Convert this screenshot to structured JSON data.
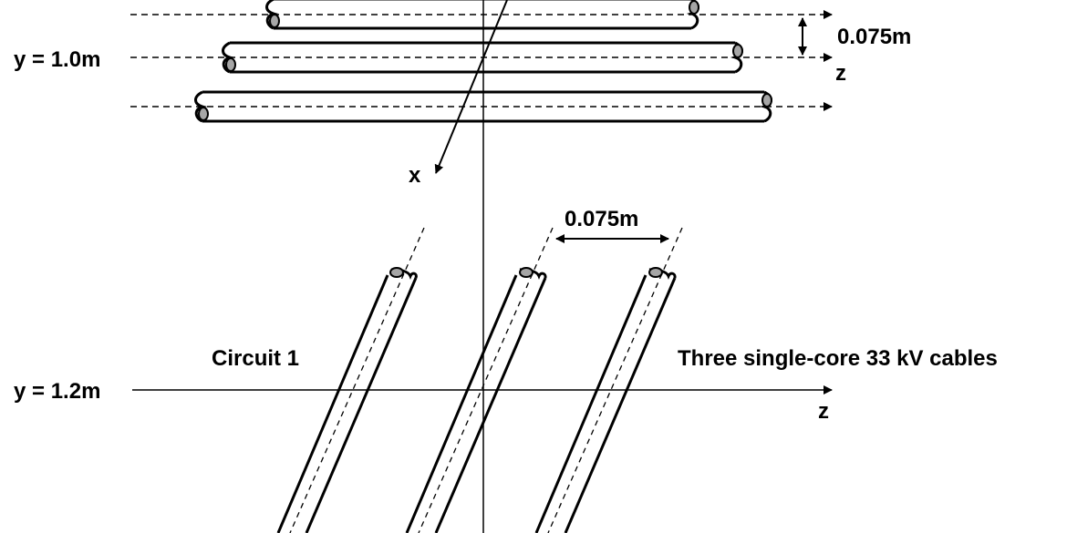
{
  "top_view": {
    "y_label": "y = 1.0m",
    "spacing_label": "0.075m",
    "z_axis_label": "z",
    "x_axis_label": "x"
  },
  "bottom_view": {
    "y_label": "y = 1.2m",
    "z_axis_label": "z",
    "circuit_label": "Circuit 1",
    "cables_label": "Three single-core 33 kV cables",
    "spacing_label": "0.075m"
  },
  "colors": {
    "stroke": "#000000",
    "cable_end_fill": "#a6a6a6",
    "background": "#ffffff"
  }
}
